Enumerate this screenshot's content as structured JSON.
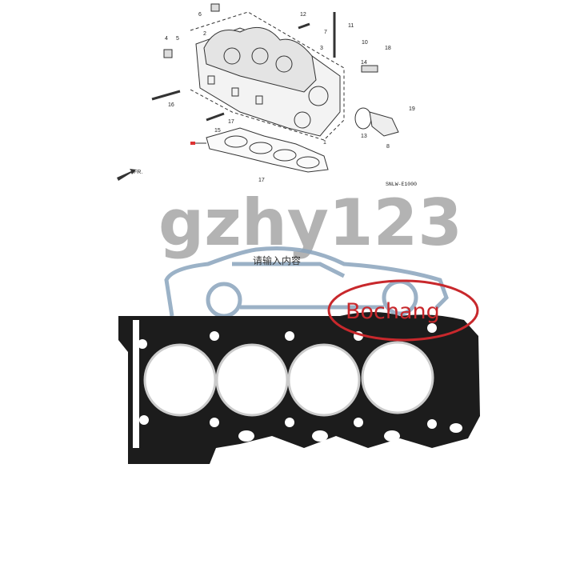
{
  "diagram": {
    "part_labels": [
      "1",
      "2",
      "3",
      "4",
      "5",
      "6",
      "7",
      "8",
      "10",
      "11",
      "12",
      "13",
      "14",
      "15",
      "16",
      "17",
      "17",
      "18",
      "19"
    ],
    "code": "SNLW-E1000",
    "front_arrow": "FR."
  },
  "watermark": "gzhy123",
  "placeholder_text": "请输入内容",
  "brand": "Bochang",
  "colors": {
    "brand": "#c8282c",
    "car_outline": "#8aa4bd",
    "gasket": "#1c1c1c",
    "watermark": "#9a9a9a"
  }
}
